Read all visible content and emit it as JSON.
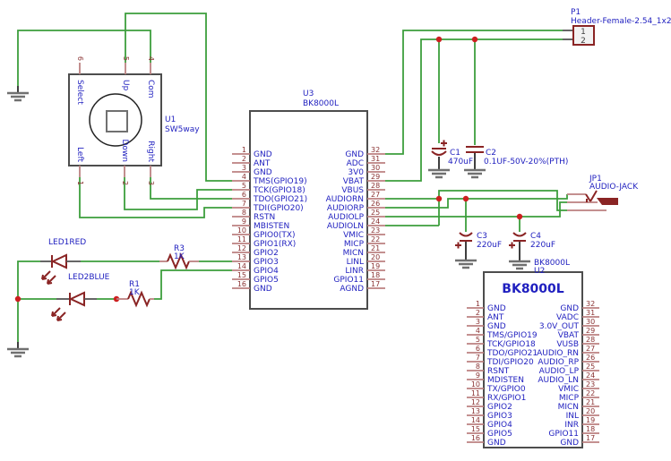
{
  "u1": {
    "ref": "U1",
    "value": "SW5way",
    "pins_top": [
      {
        "num": "6",
        "name": "Select"
      },
      {
        "num": "5",
        "name": "Up"
      },
      {
        "num": "4",
        "name": "Com"
      }
    ],
    "pins_bottom": [
      {
        "num": "1",
        "name": "Left"
      },
      {
        "num": "2",
        "name": "Down"
      },
      {
        "num": "3",
        "name": "Right"
      }
    ]
  },
  "u3": {
    "ref": "U3",
    "part": "BK8000L",
    "left": [
      {
        "num": "1",
        "name": "GND"
      },
      {
        "num": "2",
        "name": "ANT"
      },
      {
        "num": "3",
        "name": "GND"
      },
      {
        "num": "4",
        "name": "TMS(GPIO19)"
      },
      {
        "num": "5",
        "name": "TCK(GPIO18)"
      },
      {
        "num": "6",
        "name": "TDO(GPIO21)"
      },
      {
        "num": "7",
        "name": "TDI(GPIO20)"
      },
      {
        "num": "8",
        "name": "RSTN"
      },
      {
        "num": "9",
        "name": "MBISTEN"
      },
      {
        "num": "10",
        "name": "GPIO0(TX)"
      },
      {
        "num": "11",
        "name": "GPIO1(RX)"
      },
      {
        "num": "12",
        "name": "GPIO2"
      },
      {
        "num": "13",
        "name": "GPIO3"
      },
      {
        "num": "14",
        "name": "GPIO4"
      },
      {
        "num": "15",
        "name": "GPIO5"
      },
      {
        "num": "16",
        "name": "GND"
      }
    ],
    "right": [
      {
        "num": "32",
        "name": "GND"
      },
      {
        "num": "31",
        "name": "ADC"
      },
      {
        "num": "30",
        "name": "3V0"
      },
      {
        "num": "29",
        "name": "VBAT"
      },
      {
        "num": "28",
        "name": "VBUS"
      },
      {
        "num": "27",
        "name": "AUDIORN"
      },
      {
        "num": "26",
        "name": "AUDIORP"
      },
      {
        "num": "25",
        "name": "AUDIOLP"
      },
      {
        "num": "24",
        "name": "AUDIOLN"
      },
      {
        "num": "23",
        "name": "VMIC"
      },
      {
        "num": "22",
        "name": "MICP"
      },
      {
        "num": "21",
        "name": "MICN"
      },
      {
        "num": "20",
        "name": "LINL"
      },
      {
        "num": "19",
        "name": "LINR"
      },
      {
        "num": "18",
        "name": "GPIO11"
      },
      {
        "num": "17",
        "name": "AGND"
      }
    ]
  },
  "u2": {
    "ref": "U2",
    "part": "BK8000L",
    "title": "BK8000L",
    "left": [
      {
        "num": "1",
        "name": "GND"
      },
      {
        "num": "2",
        "name": "ANT"
      },
      {
        "num": "3",
        "name": "GND"
      },
      {
        "num": "4",
        "name": "TMS/GPIO19"
      },
      {
        "num": "5",
        "name": "TCK/GPIO18"
      },
      {
        "num": "6",
        "name": "TDO/GPIO21"
      },
      {
        "num": "7",
        "name": "TDI/GPIO20"
      },
      {
        "num": "8",
        "name": "RSNT"
      },
      {
        "num": "9",
        "name": "MDISTEN"
      },
      {
        "num": "10",
        "name": "TX/GPIO0"
      },
      {
        "num": "11",
        "name": "RX/GPIO1"
      },
      {
        "num": "12",
        "name": "GPIO2"
      },
      {
        "num": "13",
        "name": "GPIO3"
      },
      {
        "num": "14",
        "name": "GPIO4"
      },
      {
        "num": "15",
        "name": "GPIO5"
      },
      {
        "num": "16",
        "name": "GND"
      }
    ],
    "right": [
      {
        "num": "32",
        "name": "GND"
      },
      {
        "num": "31",
        "name": "VADC"
      },
      {
        "num": "30",
        "name": "3.0V_OUT"
      },
      {
        "num": "29",
        "name": "VBAT"
      },
      {
        "num": "28",
        "name": "VUSB"
      },
      {
        "num": "27",
        "name": "AUDIO_RN"
      },
      {
        "num": "26",
        "name": "AUDIO_RP"
      },
      {
        "num": "25",
        "name": "AUDIO_LP"
      },
      {
        "num": "24",
        "name": "AUDIO_LN"
      },
      {
        "num": "23",
        "name": "VMIC"
      },
      {
        "num": "22",
        "name": "MICP"
      },
      {
        "num": "21",
        "name": "MICN"
      },
      {
        "num": "20",
        "name": "INL"
      },
      {
        "num": "19",
        "name": "INR"
      },
      {
        "num": "18",
        "name": "GPIO11"
      },
      {
        "num": "17",
        "name": "GND"
      }
    ]
  },
  "p1": {
    "ref": "P1",
    "value": "Header-Female-2.54_1x2",
    "pin1": "1",
    "pin2": "2"
  },
  "jp1": {
    "ref": "JP1",
    "value": "AUDIO-JACK"
  },
  "c1": {
    "ref": "C1",
    "value": "470uF"
  },
  "c2": {
    "ref": "C2",
    "value": "0.1UF-50V-20%(PTH)"
  },
  "c3": {
    "ref": "C3",
    "value": "220uF"
  },
  "c4": {
    "ref": "C4",
    "value": "220uF"
  },
  "r3": {
    "ref": "R3",
    "value": "1K"
  },
  "r1": {
    "ref": "R1",
    "value": "1K"
  },
  "led1": {
    "ref": "LED1RED"
  },
  "led2": {
    "ref": "LED2BLUE"
  },
  "colors": {
    "wire": "#3d9e3d",
    "pin_stub": "#bc8181",
    "symbol": "#8a2424",
    "label_blue": "#1f1fbf",
    "pin_number": "#8a3333",
    "junction": "#cc1f1f",
    "outline": "#4d4d4d"
  }
}
